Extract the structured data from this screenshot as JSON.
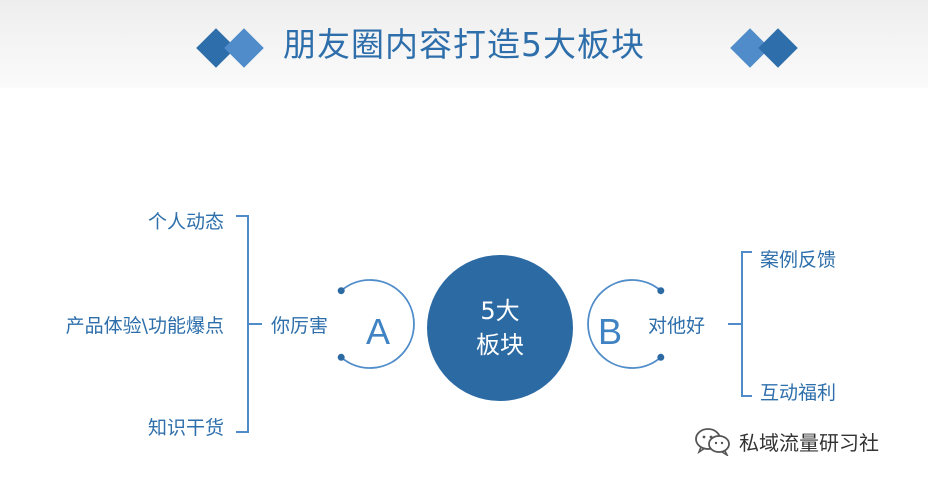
{
  "title": "朋友圈内容打造5大板块",
  "center": {
    "line1": "5大",
    "line2": "板块"
  },
  "left_group": {
    "letter": "A",
    "label": "你厉害",
    "items": [
      "个人动态",
      "产品体验\\功能爆点",
      "知识干货"
    ]
  },
  "right_group": {
    "letter": "B",
    "label": "对他好",
    "items": [
      "案例反馈",
      "互动福利"
    ]
  },
  "watermark": {
    "text": "私域流量研习社",
    "icon": "wechat-icon"
  },
  "colors": {
    "primary": "#2e6fab",
    "accent": "#4f8cc9",
    "center_fill": "#2c6aa3",
    "header_band": "#efefef"
  }
}
